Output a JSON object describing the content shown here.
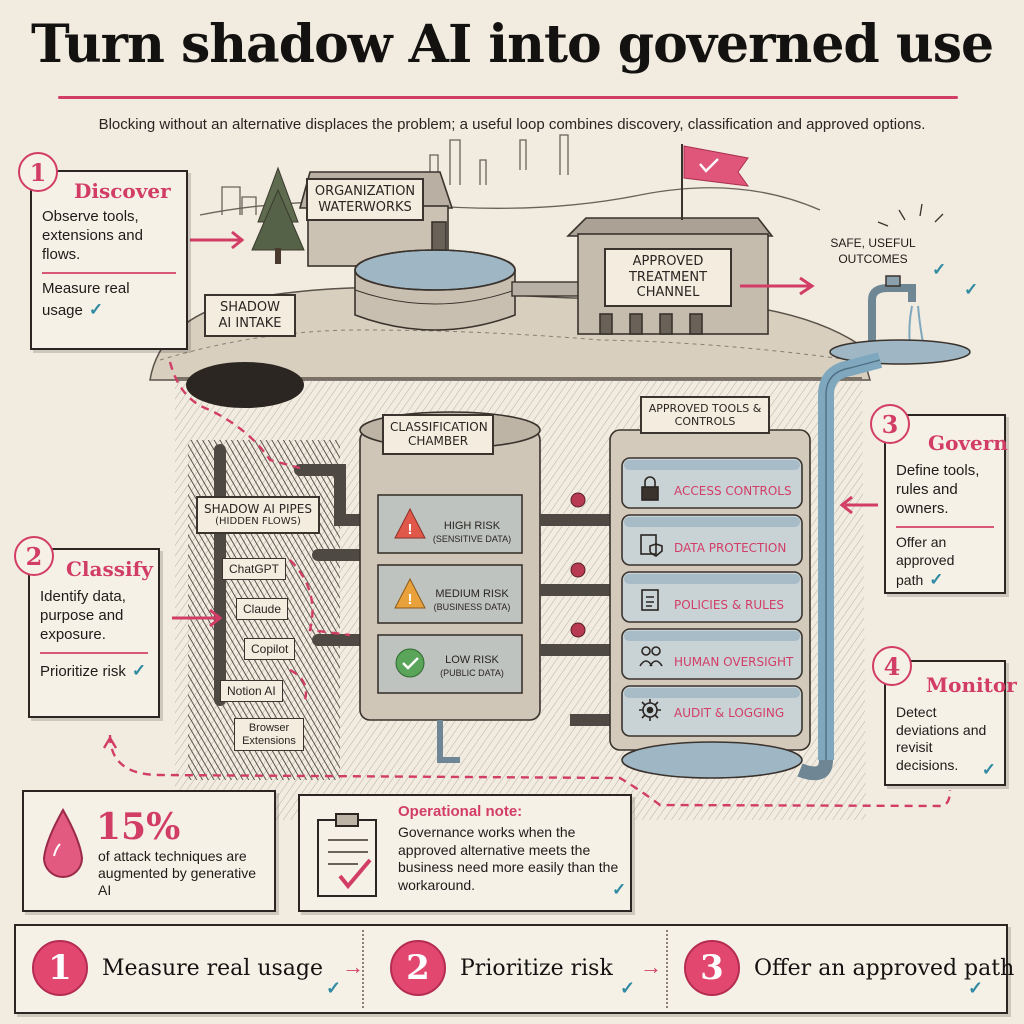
{
  "title": "Turn shadow AI into governed use",
  "subtitle": "Blocking without an alternative displaces the problem; a useful loop combines discovery, classification and approved options.",
  "steps": [
    {
      "num": "1",
      "title": "Discover",
      "body": "Observe tools, extensions and flows.",
      "footer": "Measure real usage"
    },
    {
      "num": "2",
      "title": "Classify",
      "body": "Identify data, purpose and exposure.",
      "footer": "Prioritize risk"
    },
    {
      "num": "3",
      "title": "Govern",
      "body": "Define tools, rules and owners.",
      "footer": "Offer an approved path"
    },
    {
      "num": "4",
      "title": "Monitor",
      "body": "Detect deviations and revisit decisions."
    }
  ],
  "signs": {
    "waterworks": "Organization Waterworks",
    "intake": "Shadow AI Intake",
    "treatment": "Approved Treatment Channel",
    "outcomes": "Safe, useful outcomes",
    "pipes": "Shadow AI Pipes",
    "pipes_sub": "(Hidden flows)",
    "chamber": "Classification Chamber",
    "approved": "Approved tools & controls"
  },
  "tools": [
    "ChatGPT",
    "Claude",
    "Copilot",
    "Notion AI",
    "Browser Extensions"
  ],
  "risks": [
    {
      "level": "High risk",
      "detail": "(Sensitive data)",
      "color": "#e0584a",
      "icon": "warning-icon"
    },
    {
      "level": "Medium risk",
      "detail": "(Business data)",
      "color": "#e9a23b",
      "icon": "warning-icon"
    },
    {
      "level": "Low risk",
      "detail": "(Public data)",
      "color": "#5aa55a",
      "icon": "check-circle-icon"
    }
  ],
  "controls": [
    {
      "label": "Access controls",
      "icon": "lock-icon"
    },
    {
      "label": "Data protection",
      "icon": "shield-document-icon"
    },
    {
      "label": "Policies & rules",
      "icon": "clipboard-icon"
    },
    {
      "label": "Human oversight",
      "icon": "people-icon"
    },
    {
      "label": "Audit & logging",
      "icon": "gear-icon"
    }
  ],
  "stat": {
    "value": "15%",
    "text": "of attack techniques are augmented by generative AI"
  },
  "note": {
    "title": "Operational note:",
    "text": "Governance works when the approved alternative meets the business need more easily than the workaround."
  },
  "bottom_steps": [
    {
      "num": "1",
      "label": "Measure real usage"
    },
    {
      "num": "2",
      "label": "Prioritize risk"
    },
    {
      "num": "3",
      "label": "Offer an approved path"
    }
  ],
  "colors": {
    "accent": "#d23d66",
    "check": "#2f8aa2",
    "water": "#7fa8bf",
    "paper": "#f1ebe0"
  }
}
